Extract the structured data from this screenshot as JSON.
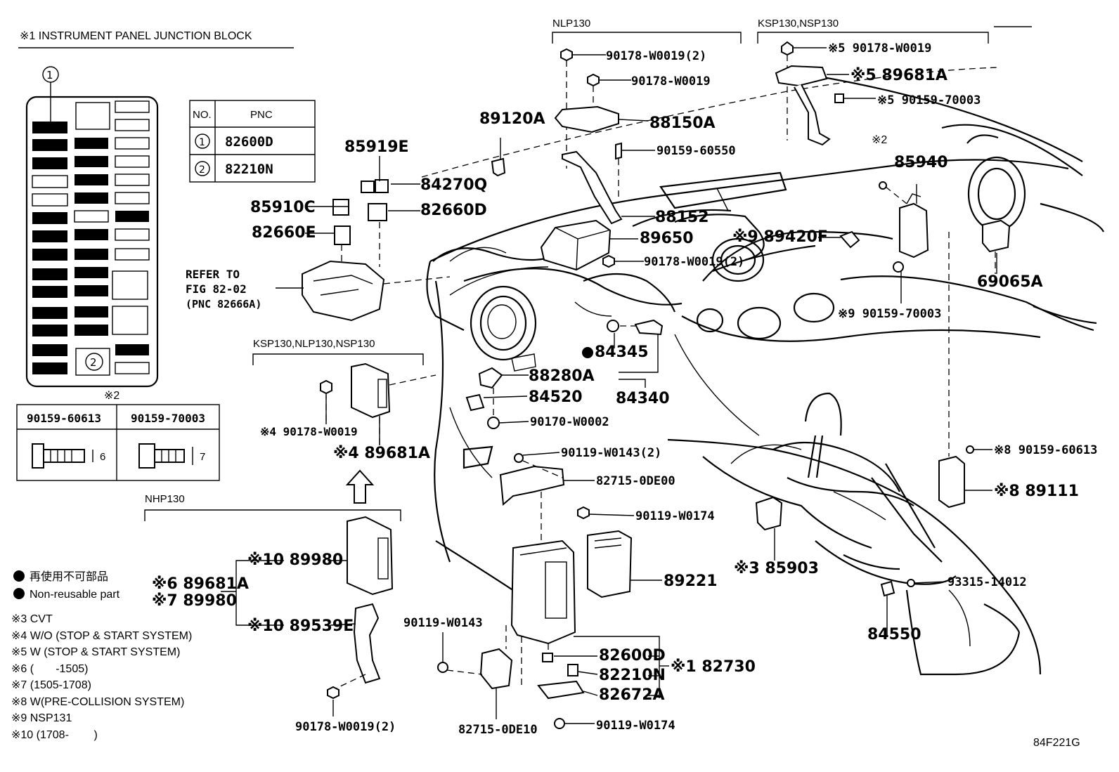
{
  "junction_block": {
    "title": "※1 INSTRUMENT PANEL JUNCTION BLOCK",
    "callout_1": "1",
    "callout_2": "2"
  },
  "pnc_table": {
    "col_no": "NO.",
    "col_pnc": "PNC",
    "rows": [
      {
        "no": "1",
        "pnc": "82600D"
      },
      {
        "no": "2",
        "pnc": "82210N"
      }
    ]
  },
  "bolt_table": {
    "note_mark": "※2",
    "headers": [
      "90159-60613",
      "90159-70003"
    ],
    "dims": [
      "6",
      "7"
    ]
  },
  "refer": {
    "line1": "REFER TO",
    "line2": "FIG 82-02",
    "line3": "(PNC 82666A)"
  },
  "groups": {
    "nlp130": "NLP130",
    "ksp130_nsp130": "KSP130,NSP130",
    "ksp_nlp_nsp130": "KSP130,NLP130,NSP130",
    "nhp130": "NHP130"
  },
  "parts": {
    "p89120A": "89120A",
    "p85919E": "85919E",
    "p84270Q": "84270Q",
    "p85910C": "85910C",
    "p82660D": "82660D",
    "p82660E": "82660E",
    "p90178_W0019_2_top": "90178-W0019(2)",
    "p90178_W0019_top": "90178-W0019",
    "p88150A": "88150A",
    "p90159_60550": "90159-60550",
    "p88152": "88152",
    "p89650": "89650",
    "p90178_W0019_2_mid": "90178-W0019(2)",
    "p5_90178_W0019": "※5 90178-W0019",
    "p5_89681A": "※5 89681A",
    "p5_90159_70003": "※5 90159-70003",
    "p2_mark": "※2",
    "p85940": "85940",
    "p9_89420F": "※9 89420F",
    "p69065A": "69065A",
    "p9_90159_70003": "※9 90159-70003",
    "p84345": "84345",
    "p88280A": "88280A",
    "p84520": "84520",
    "p84340": "84340",
    "p90170_W0002": "90170-W0002",
    "p4_90178_W0019": "※4 90178-W0019",
    "p4_89681A": "※4 89681A",
    "p90119_W0143_2": "90119-W0143(2)",
    "p82715_0DE00": "82715-0DE00",
    "p90119_W0174_a": "90119-W0174",
    "p89221": "89221",
    "p8_90159_60613": "※8 90159-60613",
    "p8_89111": "※8 89111",
    "p3_85903": "※3 85903",
    "p93315_14012": "93315-14012",
    "p84550": "84550",
    "p10_89980": "※10 89980",
    "p6_89681A": "※6 89681A",
    "p7_89980": "※7 89980",
    "p10_89539E": "※10 89539E",
    "p90119_W0143": "90119-W0143",
    "p82600D": "82600D",
    "p82210N": "82210N",
    "p82672A": "82672A",
    "p1_82730": "※1 82730",
    "p90178_W0019_2_bot": "90178-W0019(2)",
    "p82715_0DE10": "82715-0DE10",
    "p90119_W0174_b": "90119-W0174"
  },
  "legend": {
    "nonreusable_jp": "再使用不可部品",
    "nonreusable_en": "Non-reusable part",
    "notes": [
      "※3 CVT",
      "※4 W/O (STOP & START SYSTEM)",
      "※5 W (STOP & START SYSTEM)",
      "※6 (       -1505)",
      "※7 (1505-1708)",
      "※8 W(PRE-COLLISION SYSTEM)",
      "※9 NSP131",
      "※10 (1708-        )"
    ]
  },
  "figure_code": "84F221G"
}
